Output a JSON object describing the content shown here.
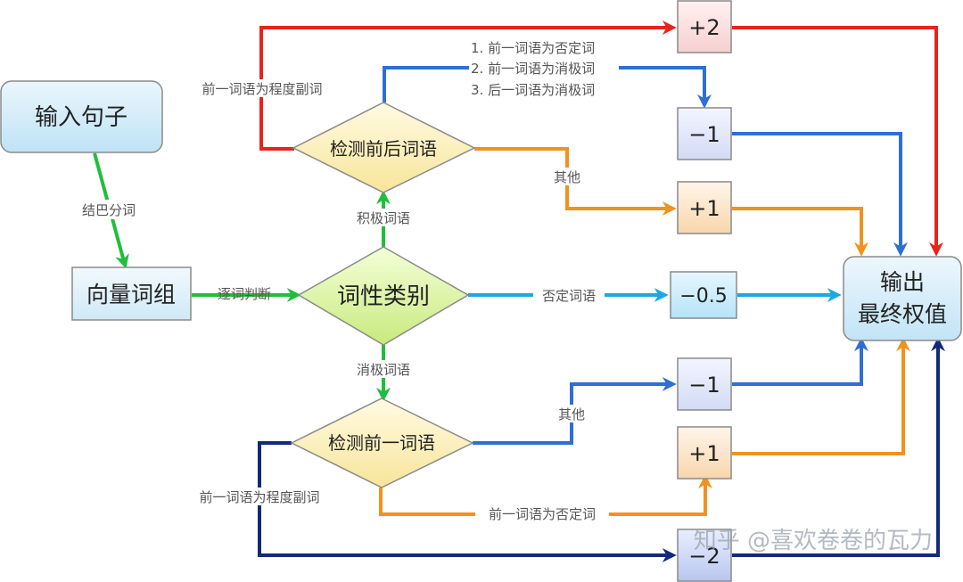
{
  "nodes": {
    "input": "输入句子",
    "vector": "向量词组",
    "pos": "词性类别",
    "detect_both": "检测前后词语",
    "detect_prev": "检测前一词语",
    "output_line1": "输出",
    "output_line2": "最终权值",
    "w_plus2": "+2",
    "w_minus1_top": "−1",
    "w_plus1_top": "+1",
    "w_minus05": "−0.5",
    "w_minus1_bottom": "−1",
    "w_plus1_bottom": "+1",
    "w_minus2": "−2"
  },
  "labels": {
    "jieba": "结巴分词",
    "each_word": "逐词判断",
    "positive": "积极词语",
    "negative_word": "消极词语",
    "negation_word": "否定词语",
    "degree_top": "前一词语为程度副词",
    "conditions_1": "1. 前一词语为否定词",
    "conditions_2": "2. 前一词语为消极词",
    "conditions_3": "3. 后一词语为消极词",
    "other_top": "其他",
    "other_bottom": "其他",
    "degree_bottom": "前一词语为程度副词",
    "prev_negation": "前一词语为否定词"
  },
  "watermark": "知乎 @喜欢卷卷的瓦力",
  "colors": {
    "green": "#1fbf3a",
    "red": "#e8231c",
    "blue": "#2e6fd6",
    "orange": "#f0921e",
    "cyan": "#1aa9e6",
    "navy": "#132a78"
  }
}
